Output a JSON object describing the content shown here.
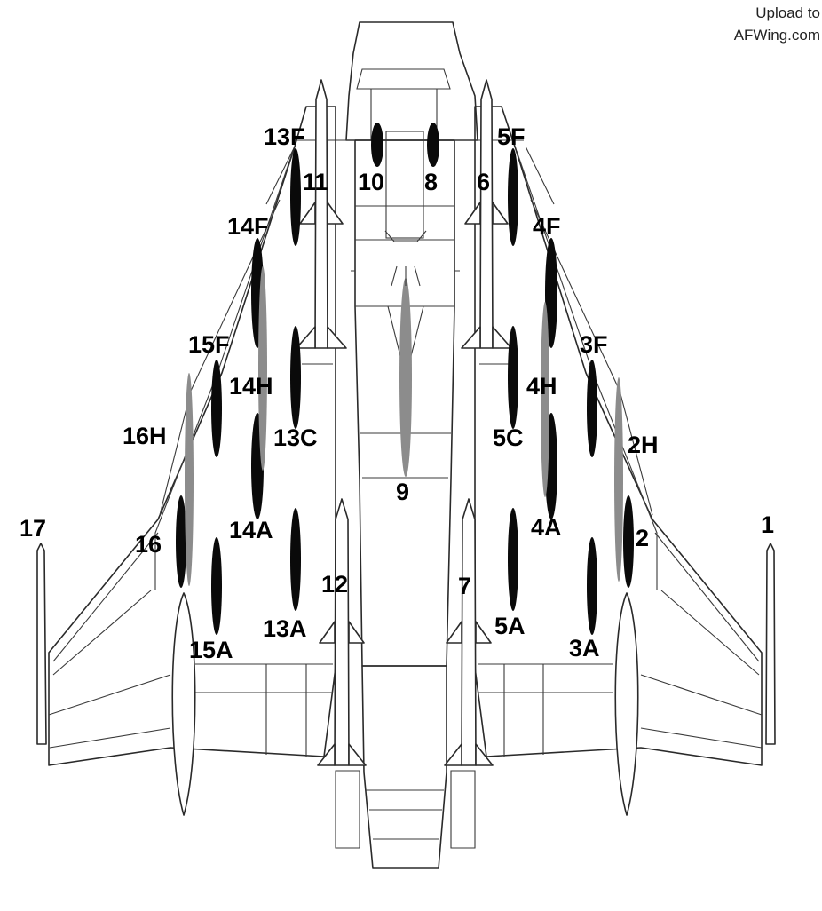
{
  "watermark": {
    "line1": "Upload to",
    "line2": "AFWing.com"
  },
  "labels": {
    "s1": "1",
    "s2": "2",
    "s2h": "2H",
    "s3a": "3A",
    "s3f": "3F",
    "s4a": "4A",
    "s4f": "4F",
    "s4h": "4H",
    "s5a": "5A",
    "s5c": "5C",
    "s5f": "5F",
    "s6": "6",
    "s7": "7",
    "s8": "8",
    "s9": "9",
    "s10": "10",
    "s11": "11",
    "s12": "12",
    "s13a": "13A",
    "s13c": "13C",
    "s13f": "13F",
    "s14a": "14A",
    "s14f": "14F",
    "s14h": "14H",
    "s15a": "15A",
    "s15f": "15F",
    "s16": "16",
    "s16h": "16H",
    "s17": "17"
  }
}
